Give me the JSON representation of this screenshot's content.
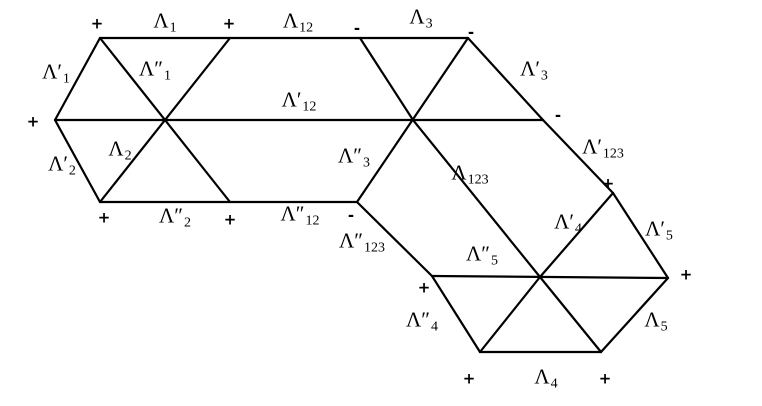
{
  "figure": {
    "description": "Triangulated polygon strip with two hexagonal flowers; edges labeled by lambda-lengths, boundary vertices marked with plus/minus signs",
    "labels": [
      {
        "id": "lambda-1",
        "base": "Λ",
        "sub": "1"
      },
      {
        "id": "lambda-12",
        "base": "Λ",
        "sub": "12"
      },
      {
        "id": "lambda-3",
        "base": "Λ",
        "sub": "3"
      },
      {
        "id": "lambda-prime-1",
        "base": "Λ′",
        "sub": "1"
      },
      {
        "id": "lambda-dprime-1",
        "base": "Λ″",
        "sub": "1"
      },
      {
        "id": "lambda-2",
        "base": "Λ",
        "sub": "2"
      },
      {
        "id": "lambda-prime-2",
        "base": "Λ′",
        "sub": "2"
      },
      {
        "id": "lambda-prime-12",
        "base": "Λ′",
        "sub": "12"
      },
      {
        "id": "lambda-dprime-2",
        "base": "Λ″",
        "sub": "2"
      },
      {
        "id": "lambda-dprime-12",
        "base": "Λ″",
        "sub": "12"
      },
      {
        "id": "lambda-prime-3",
        "base": "Λ′",
        "sub": "3"
      },
      {
        "id": "lambda-dprime-3",
        "base": "Λ″",
        "sub": "3"
      },
      {
        "id": "lambda-123",
        "base": "Λ",
        "sub": "123"
      },
      {
        "id": "lambda-prime-123",
        "base": "Λ′",
        "sub": "123"
      },
      {
        "id": "lambda-dprime-123",
        "base": "Λ″",
        "sub": "123"
      },
      {
        "id": "lambda-prime-4",
        "base": "Λ′",
        "sub": "4"
      },
      {
        "id": "lambda-dprime-5",
        "base": "Λ″",
        "sub": "5"
      },
      {
        "id": "lambda-prime-5",
        "base": "Λ′",
        "sub": "5"
      },
      {
        "id": "lambda-dprime-4",
        "base": "Λ″",
        "sub": "4"
      },
      {
        "id": "lambda-5",
        "base": "Λ",
        "sub": "5"
      },
      {
        "id": "lambda-4",
        "base": "Λ",
        "sub": "4"
      }
    ],
    "signs": [
      {
        "id": "v1",
        "text": "+"
      },
      {
        "id": "v2",
        "text": "+"
      },
      {
        "id": "v3",
        "text": "-"
      },
      {
        "id": "v4",
        "text": "-"
      },
      {
        "id": "v5",
        "text": "+"
      },
      {
        "id": "v6",
        "text": "+"
      },
      {
        "id": "v7",
        "text": "+"
      },
      {
        "id": "v8",
        "text": "-"
      },
      {
        "id": "v13",
        "text": "-"
      },
      {
        "id": "v12",
        "text": "+"
      },
      {
        "id": "v11",
        "text": "+"
      },
      {
        "id": "v10",
        "text": "+"
      },
      {
        "id": "v9",
        "text": "+"
      },
      {
        "id": "v14",
        "text": "+"
      }
    ]
  }
}
